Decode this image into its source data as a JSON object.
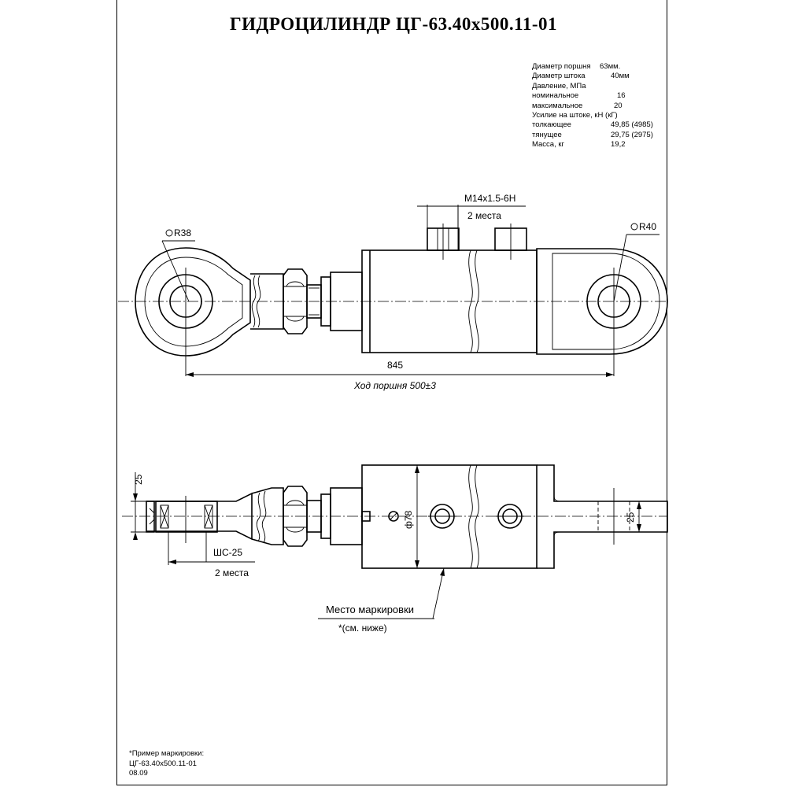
{
  "title": "ГИДРОЦИЛИНДР ЦГ-63.40х500.11-01",
  "specs": [
    {
      "label": "Диаметр поршня",
      "value": "63мм."
    },
    {
      "label": "Диаметр штока",
      "value": "40мм"
    },
    {
      "label": "Давление, МПа",
      "value": ""
    },
    {
      "label": "номинальное",
      "value": "16"
    },
    {
      "label": "максимальное",
      "value": "20"
    },
    {
      "label": "Усилие на штоке, кН (кГ)",
      "value": ""
    },
    {
      "label": "толкающее",
      "value": "49,85 (4985)"
    },
    {
      "label": "тянущее",
      "value": "29,75 (2975)"
    },
    {
      "label": "Масса, кг",
      "value": "19,2"
    }
  ],
  "dimensions": {
    "r_left": "R38",
    "r_right": "R40",
    "thread": "M14x1.5-6H",
    "thread_count": "2 места",
    "length": "845",
    "stroke": "Ход поршня 500±3",
    "width_left": "25",
    "width_right": "25",
    "bore": "ф78",
    "bearing": "ШС-25",
    "bearing_count": "2 места"
  },
  "marking": {
    "label": "Место маркировки",
    "ref": "*(см. ниже)"
  },
  "note": {
    "title": "*Пример маркировки:",
    "line1": "ЦГ-63.40х500.11-01",
    "line2": "08.09"
  }
}
